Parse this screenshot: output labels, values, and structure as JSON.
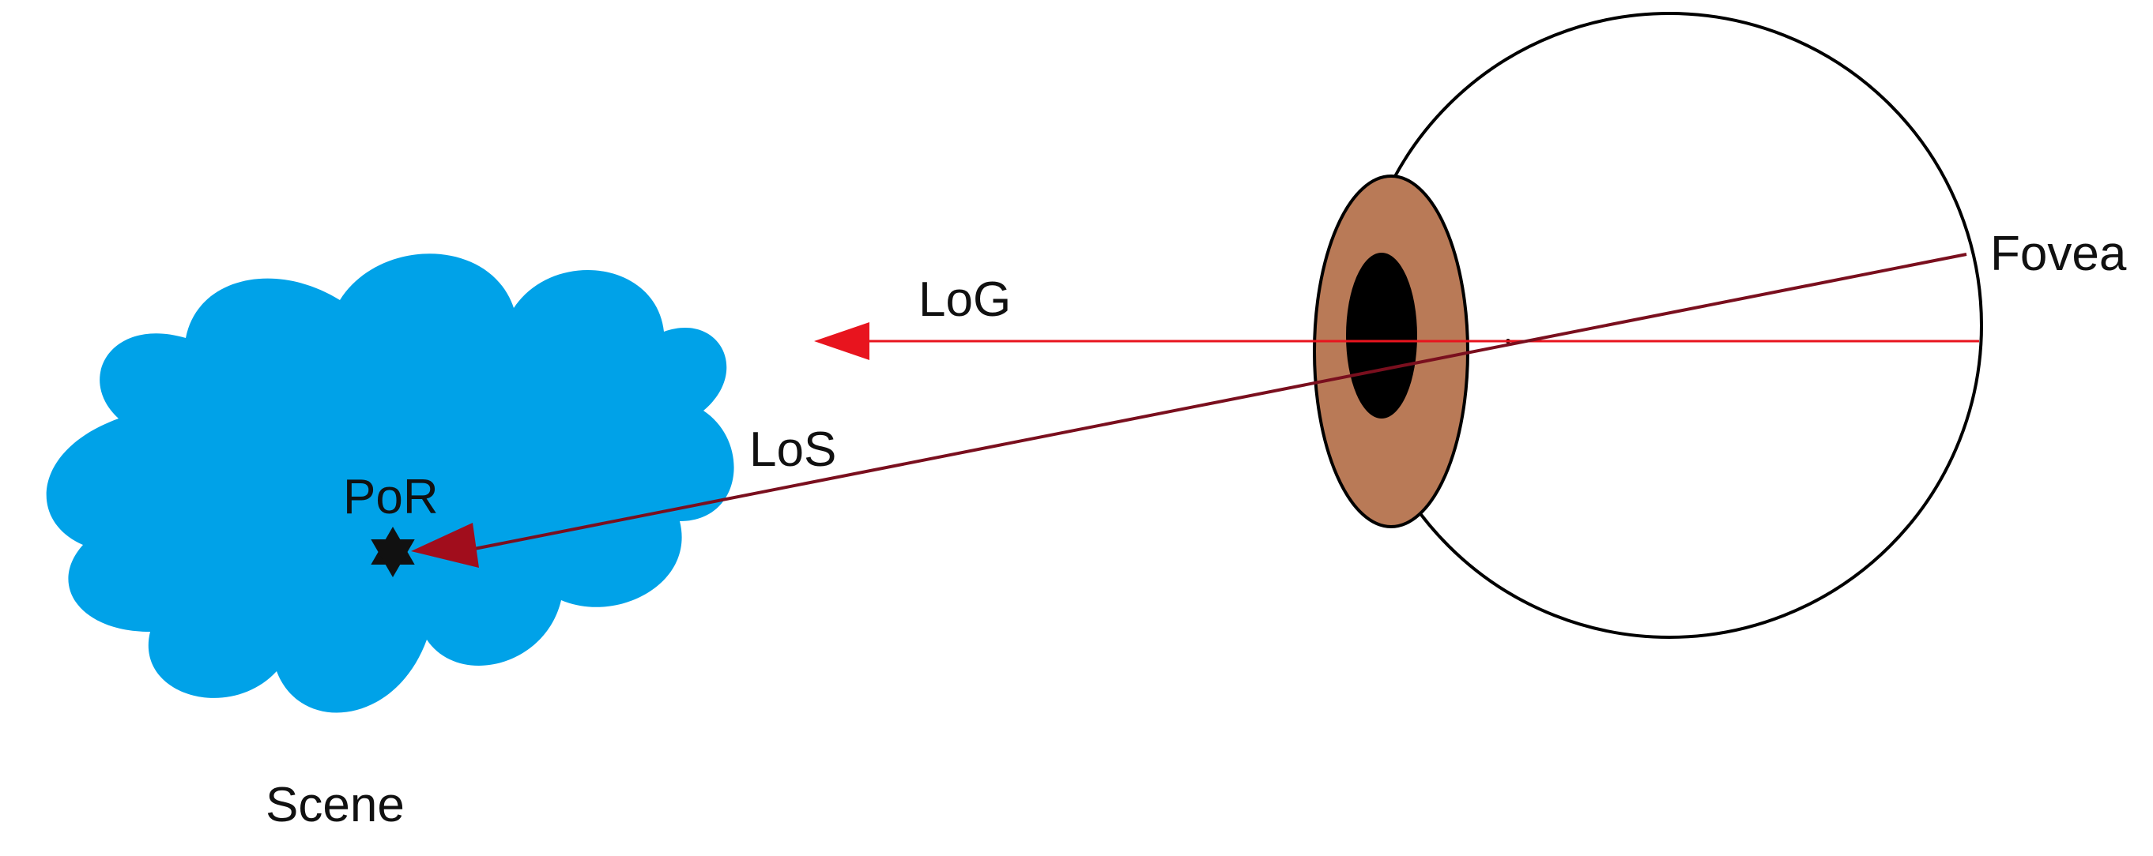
{
  "labels": {
    "fovea": "Fovea",
    "log": "LoG",
    "los": "LoS",
    "por": "PoR",
    "scene": "Scene"
  },
  "colors": {
    "background": "#ffffff",
    "cloud": "#00a2e8",
    "iris": "#b97a57",
    "pupil": "#000000",
    "eyeball_outline": "#000000",
    "log_line": "#e8141e",
    "los_line": "#7a0f1e",
    "por_star": "#111111",
    "text": "#111111"
  }
}
